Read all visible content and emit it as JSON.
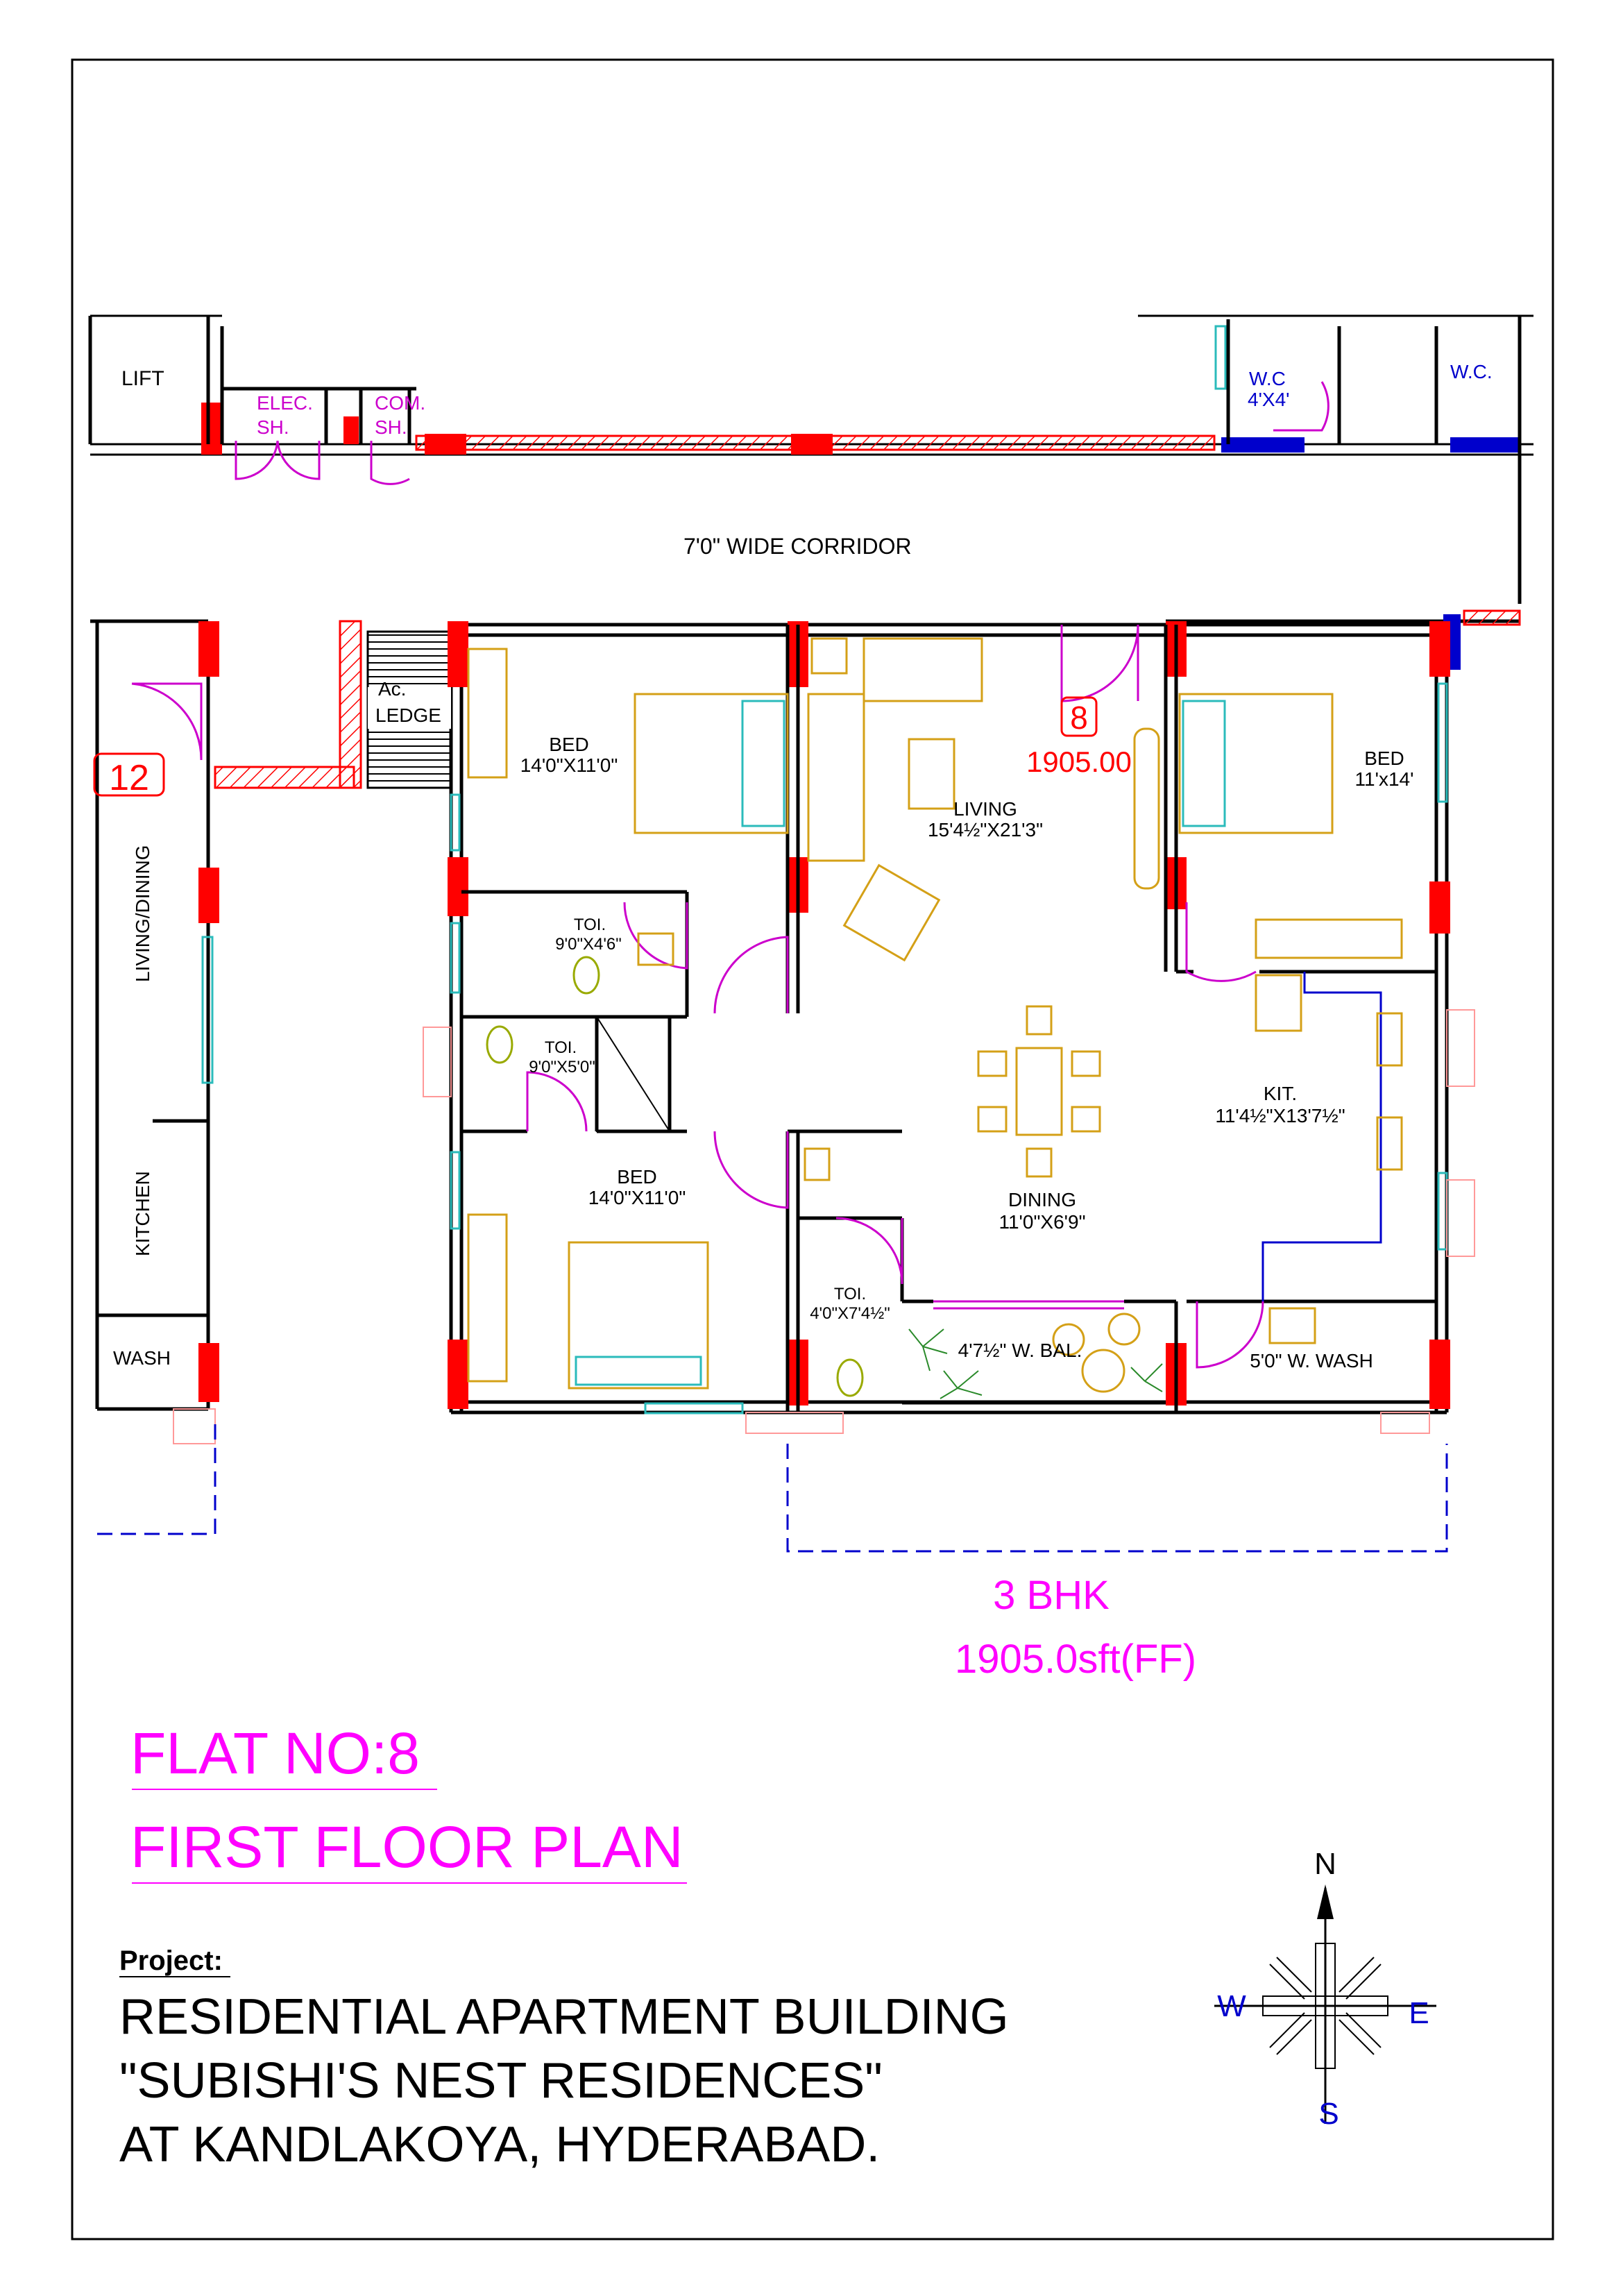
{
  "labels": {
    "lift": "LIFT",
    "elec_sh_1": "ELEC.",
    "elec_sh_2": "SH.",
    "com_sh_1": "COM.",
    "com_sh_2": "SH.",
    "wc_left_1": "W.C",
    "wc_left_2": "4'X4'",
    "wc_right": "W.C.",
    "corridor": "7'0\" WIDE CORRIDOR",
    "ac_ledge_1": "Ac.",
    "ac_ledge_2": "LEDGE",
    "flat12_no": "12",
    "living_dining_12": "LIVING/DINING",
    "kitchen_12": "KITCHEN",
    "wash_12": "WASH",
    "bed1_name": "BED",
    "bed1_size": "14'0\"X11'0\"",
    "toi1_name": "TOI.",
    "toi1_size": "9'0\"X4'6\"",
    "toi2_name": "TOI.",
    "toi2_size": "9'0\"X5'0\"",
    "bed2_name": "BED",
    "bed2_size": "14'0\"X11'0\"",
    "living_name": "LIVING",
    "living_size": "15'4½\"X21'3\"",
    "flat_no": "8",
    "flat_area": "1905.00",
    "bed3_name": "BED",
    "bed3_size": "11'x14'",
    "kit_name": "KIT.",
    "kit_size": "11'4½\"X13'7½\"",
    "dining_name": "DINING",
    "dining_size": "11'0\"X6'9\"",
    "toi3_name": "TOI.",
    "toi3_size": "4'0\"X7'4½\"",
    "bal": "4'7½\" W. BAL.",
    "wash": "5'0\" W. WASH"
  },
  "summary": {
    "type": "3 BHK",
    "area": "1905.0sft(FF)"
  },
  "title": {
    "flat": "FLAT NO:8",
    "floor": "FIRST FLOOR PLAN"
  },
  "project": {
    "heading": "Project:",
    "line1": "RESIDENTIAL APARTMENT BUILDING",
    "line2": "\"SUBISHI'S NEST RESIDENCES\"",
    "line3": "AT KANDLAKOYA, HYDERABAD."
  },
  "compass": {
    "n": "N",
    "s": "S",
    "e": "E",
    "w": "W"
  },
  "colors": {
    "magenta": "#ff00ff",
    "red": "#ff0000",
    "blue": "#0000cc",
    "furniture": "#d4a017",
    "window": "#2bbbbb"
  }
}
